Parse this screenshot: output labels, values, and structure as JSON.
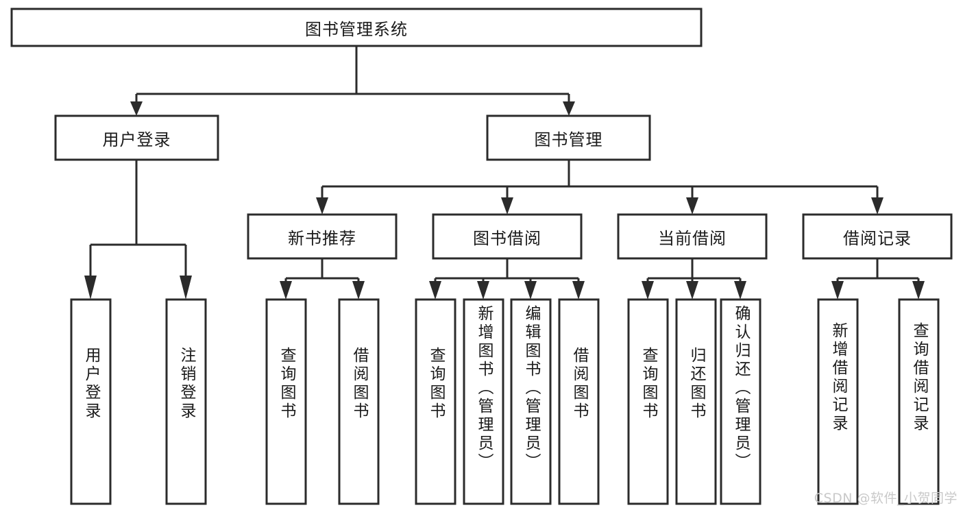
{
  "diagram": {
    "type": "hierarchy-tree",
    "title_node": {
      "id": "root",
      "label": "图书管理系统"
    },
    "levels": [
      {
        "level": 1,
        "nodes": [
          {
            "id": "root",
            "label": "图书管理系统",
            "orientation": "horizontal"
          }
        ]
      },
      {
        "level": 2,
        "nodes": [
          {
            "id": "user-login",
            "label": "用户登录",
            "orientation": "horizontal",
            "parent": "root"
          },
          {
            "id": "book-manage",
            "label": "图书管理",
            "orientation": "horizontal",
            "parent": "root"
          }
        ]
      },
      {
        "level": 3,
        "nodes": [
          {
            "id": "new-book-rec",
            "label": "新书推荐",
            "orientation": "horizontal",
            "parent": "book-manage"
          },
          {
            "id": "book-borrow",
            "label": "图书借阅",
            "orientation": "horizontal",
            "parent": "book-manage"
          },
          {
            "id": "current-borrow",
            "label": "当前借阅",
            "orientation": "horizontal",
            "parent": "book-manage"
          },
          {
            "id": "borrow-record",
            "label": "借阅记录",
            "orientation": "horizontal",
            "parent": "book-manage"
          }
        ]
      },
      {
        "level": 4,
        "nodes": [
          {
            "id": "leaf-user-login",
            "label": "用户登录",
            "orientation": "vertical",
            "parent": "user-login"
          },
          {
            "id": "leaf-logout",
            "label": "注销登录",
            "orientation": "vertical",
            "parent": "user-login"
          },
          {
            "id": "leaf-query-book-1",
            "label": "查询图书",
            "orientation": "vertical",
            "parent": "new-book-rec"
          },
          {
            "id": "leaf-borrow-book-1",
            "label": "借阅图书",
            "orientation": "vertical",
            "parent": "new-book-rec"
          },
          {
            "id": "leaf-query-book-2",
            "label": "查询图书",
            "orientation": "vertical",
            "parent": "book-borrow"
          },
          {
            "id": "leaf-add-book",
            "label": "新增图书（管理员）",
            "orientation": "vertical",
            "parent": "book-borrow"
          },
          {
            "id": "leaf-edit-book",
            "label": "编辑图书（管理员）",
            "orientation": "vertical",
            "parent": "book-borrow"
          },
          {
            "id": "leaf-borrow-book-2",
            "label": "借阅图书",
            "orientation": "vertical",
            "parent": "book-borrow"
          },
          {
            "id": "leaf-query-book-3",
            "label": "查询图书",
            "orientation": "vertical",
            "parent": "current-borrow"
          },
          {
            "id": "leaf-return-book",
            "label": "归还图书",
            "orientation": "vertical",
            "parent": "current-borrow"
          },
          {
            "id": "leaf-confirm-return",
            "label": "确认归还（管理员）",
            "orientation": "vertical",
            "parent": "current-borrow"
          },
          {
            "id": "leaf-add-record",
            "label": "新增借阅记录",
            "orientation": "vertical",
            "parent": "borrow-record"
          },
          {
            "id": "leaf-query-record",
            "label": "查询借阅记录",
            "orientation": "vertical",
            "parent": "borrow-record"
          }
        ]
      }
    ],
    "colors": {
      "node_border": "#2b2b2b",
      "node_fill": "#ffffff",
      "connector": "#2b2b2b",
      "text": "#1a1a1a",
      "background": "#ffffff",
      "watermark": "#c9c9c9"
    }
  },
  "watermark": {
    "text": "CSDN @软件_小贺同学"
  }
}
